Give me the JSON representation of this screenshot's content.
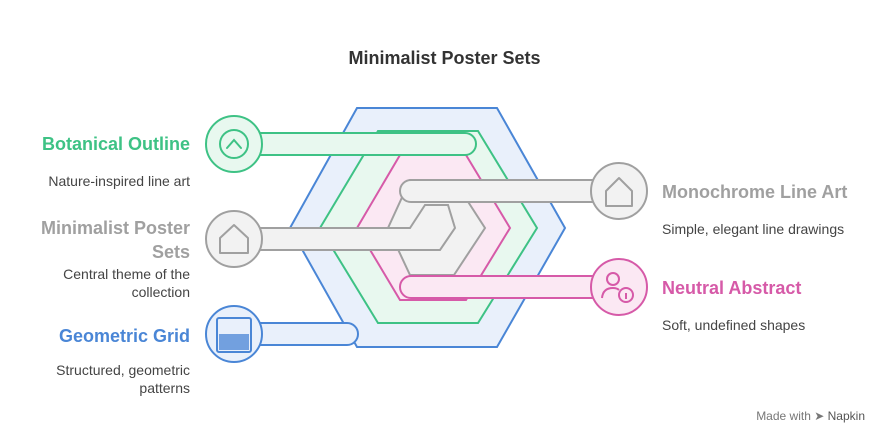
{
  "title": "Minimalist Poster Sets",
  "items": [
    {
      "label": "Botanical Outline",
      "description": "Nature-inspired line art",
      "color": "#3ec285",
      "icon": "chevron-up-icon"
    },
    {
      "label": "Minimalist Poster Sets",
      "description": "Central theme of the collection",
      "color": "#a0a0a0",
      "icon": "house-icon"
    },
    {
      "label": "Geometric Grid",
      "description": "Structured, geometric patterns",
      "color": "#4a86d6",
      "icon": "grid-pattern-icon"
    },
    {
      "label": "Monochrome Line Art",
      "description": "Simple, elegant line drawings",
      "color": "#a0a0a0",
      "icon": "house-icon"
    },
    {
      "label": "Neutral Abstract",
      "description": "Soft, undefined shapes",
      "color": "#d65aa8",
      "icon": "user-info-icon"
    }
  ],
  "footer": {
    "prefix": "Made with",
    "brand": "Napkin"
  }
}
